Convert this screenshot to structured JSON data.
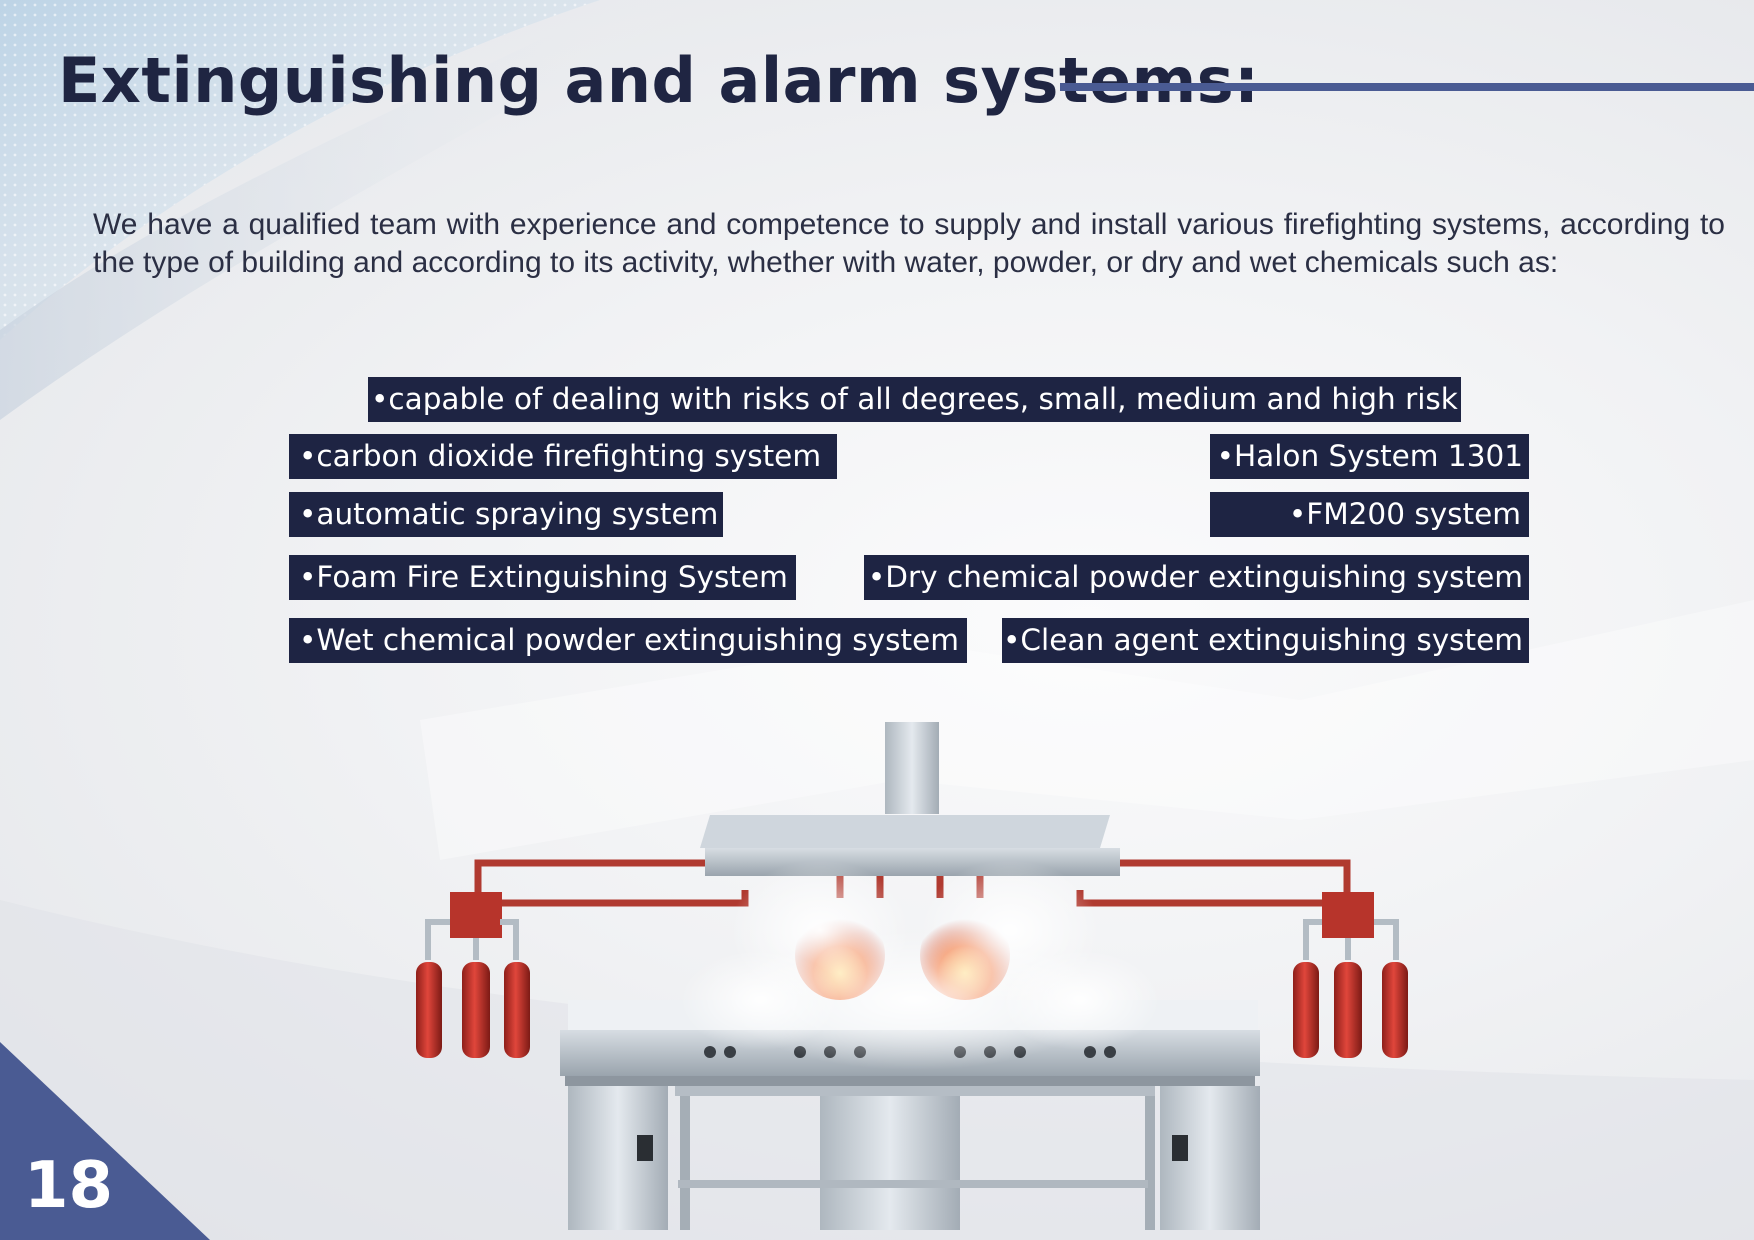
{
  "title": "Extinguishing and alarm systems:",
  "intro": "We have a qualified team with experience and competence to supply and install various firefighting systems, according to the type of building and according to its activity, whether with water, powder, or dry and wet chemicals such as:",
  "tags": {
    "risk": "•capable of dealing with risks of all degrees, small, medium and high risk",
    "co2": "•carbon dioxide firefighting system",
    "halon": "•Halon System 1301",
    "spraying": "•automatic spraying system",
    "fm200": "•FM200 system",
    "foam": "•Foam Fire Extinguishing System",
    "dry_chemical": "•Dry chemical powder extinguishing system",
    "wet_chemical": "•Wet chemical powder extinguishing system",
    "clean_agent": "•Clean agent extinguishing system"
  },
  "page_number": "18",
  "colors": {
    "navy": "#1e2443",
    "accent_blue": "#4a5b93",
    "title_text": "#1f2542",
    "pipe_red": "#b03a30"
  }
}
